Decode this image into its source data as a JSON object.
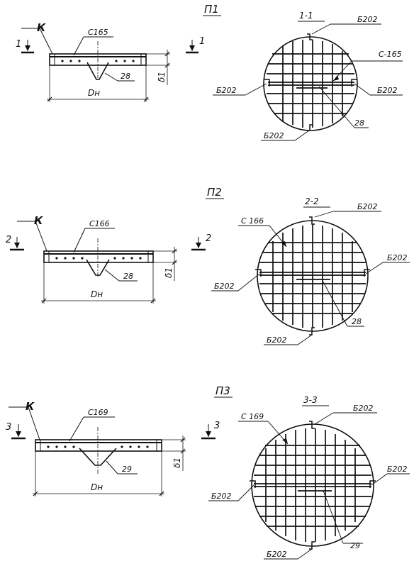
{
  "sections": [
    {
      "title": "П1",
      "section_label": "1-1",
      "section_mark": "1",
      "k_label": "К",
      "mesh_label": "С165",
      "circle_mesh_label": "С-165",
      "anchor_label": "28",
      "dimension_width": "Dн",
      "dimension_thickness": "δ1",
      "bar_label_top": "Б202",
      "bar_label_left": "Б202",
      "bar_label_right": "Б202",
      "bar_label_bottom": "Б202",
      "circle_anchor_label": "28"
    },
    {
      "title": "П2",
      "section_label": "2-2",
      "section_mark": "2",
      "k_label": "К",
      "mesh_label": "С166",
      "circle_mesh_label": "С 166",
      "anchor_label": "28",
      "dimension_width": "Dн",
      "dimension_thickness": "δ1",
      "bar_label_top": "Б202",
      "bar_label_left": "Б202",
      "bar_label_right": "Б202",
      "bar_label_bottom": "Б202",
      "circle_anchor_label": "28"
    },
    {
      "title": "П3",
      "section_label": "3-3",
      "section_mark": "3",
      "k_label": "К",
      "mesh_label": "С169",
      "circle_mesh_label": "С 169",
      "anchor_label": "29",
      "dimension_width": "Dн",
      "dimension_thickness": "δ1",
      "bar_label_top": "Б202",
      "bar_label_left": "Б202",
      "bar_label_right": "Б202",
      "bar_label_bottom": "Б202",
      "circle_anchor_label": "29"
    }
  ]
}
